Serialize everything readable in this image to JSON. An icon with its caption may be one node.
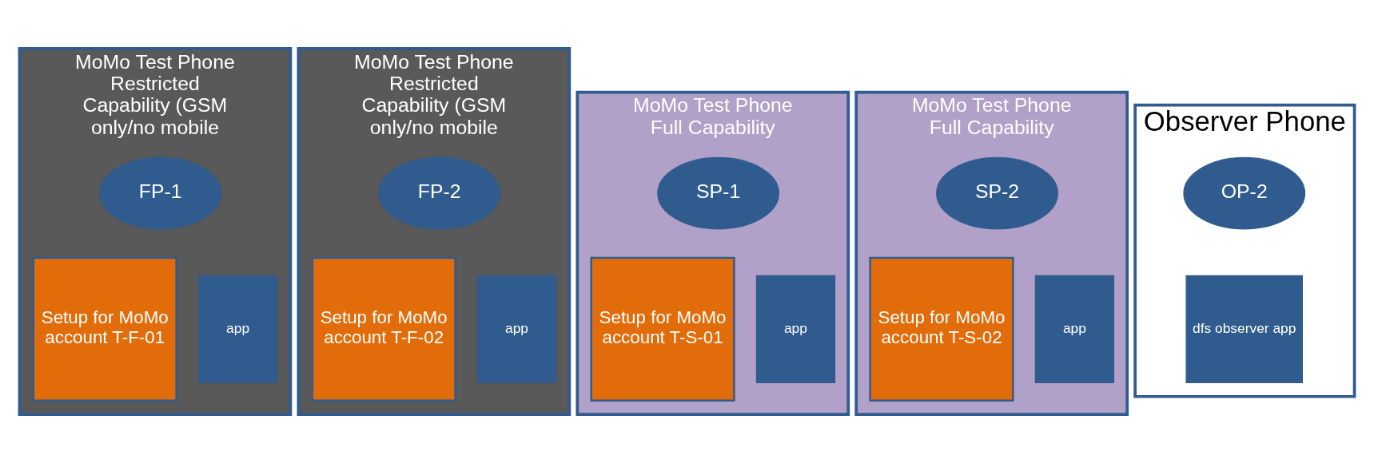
{
  "diagram": {
    "nodes": [
      {
        "text": [
          "MoMo Test Phone Restricted Capability (GSM only/no mobile"
        ]
      },
      {
        "text": [
          "FP-1"
        ],
        "in": 0
      },
      {
        "text": [
          "Setup for MoMo account T-F-01"
        ],
        "in": 0
      },
      {
        "text": [
          "app"
        ],
        "in": 0
      },
      {
        "text": [
          "MoMo Test Phone Restricted Capability (GSM only/no mobile"
        ]
      },
      {
        "text": [
          "FP-2"
        ],
        "in": 4
      },
      {
        "text": [
          "Setup for MoMo account T-F-02"
        ],
        "in": 4
      },
      {
        "text": [
          "app"
        ],
        "in": 4
      },
      {
        "text": [
          "MoMo Test Phone Full Capability"
        ]
      },
      {
        "text": [
          "SP-1"
        ],
        "in": 8
      },
      {
        "text": [
          "Setup for MoMo account T-S-01"
        ],
        "in": 8
      },
      {
        "text": [
          "app"
        ],
        "in": 8
      },
      {
        "text": [
          "MoMo Test Phone Full Capability"
        ]
      },
      {
        "text": [
          "SP-2"
        ],
        "in": 12
      },
      {
        "text": [
          "Setup for MoMo account T-S-02"
        ],
        "in": 12
      },
      {
        "text": [
          "app"
        ],
        "in": 12
      },
      {
        "text": [
          "Observer Phone"
        ]
      },
      {
        "text": [
          "OP-2"
        ],
        "in": 16
      },
      {
        "text": [
          "dfs observer app"
        ],
        "in": 16
      }
    ],
    "edges": []
  }
}
